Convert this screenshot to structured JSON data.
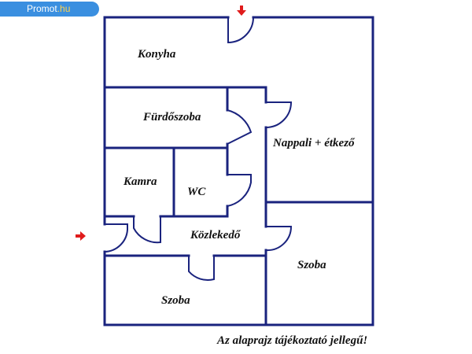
{
  "watermark": {
    "brand": "Promot",
    "tld": ".hu"
  },
  "rooms": [
    {
      "id": "konyha",
      "label": "Konyha"
    },
    {
      "id": "furdoszoba",
      "label": "Fürdőszoba"
    },
    {
      "id": "nappali",
      "label": "Nappali + étkező"
    },
    {
      "id": "kamra",
      "label": "Kamra"
    },
    {
      "id": "wc",
      "label": "WC"
    },
    {
      "id": "kozlekedo",
      "label": "Közlekedő"
    },
    {
      "id": "szoba-right",
      "label": "Szoba"
    },
    {
      "id": "szoba-bottom",
      "label": "Szoba"
    }
  ],
  "disclaimer": "Az alaprajz tájékoztató jellegű!",
  "colors": {
    "wall": "#1a237e",
    "entrance_arrow": "#e01b1b",
    "badge": "#3a8fe0"
  }
}
